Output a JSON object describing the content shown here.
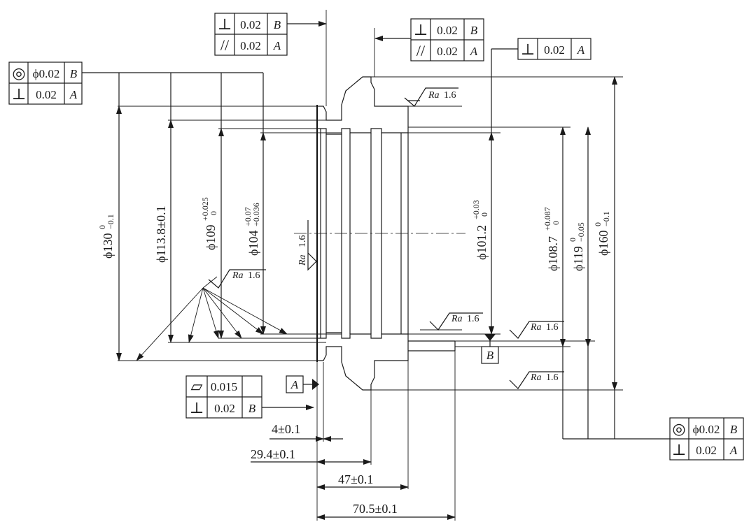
{
  "fcf": {
    "top_center": [
      {
        "symbol": "⊥",
        "value": "0.02",
        "datum": "B"
      },
      {
        "symbol": "//",
        "value": "0.02",
        "datum": "A"
      }
    ],
    "top_left": [
      {
        "symbol": "◎",
        "value": "ϕ0.02",
        "datum": "B"
      },
      {
        "symbol": "⊥",
        "value": "0.02",
        "datum": "A"
      }
    ],
    "top_right_pair": [
      {
        "symbol": "⊥",
        "value": "0.02",
        "datum": "B"
      },
      {
        "symbol": "//",
        "value": "0.02",
        "datum": "A"
      }
    ],
    "top_right_single": {
      "symbol": "⊥",
      "value": "0.02",
      "datum": "A"
    },
    "bottom_left": [
      {
        "symbol": "▱",
        "value": "0.015"
      },
      {
        "symbol": "⊥",
        "value": "0.02",
        "datum": "B"
      }
    ],
    "bottom_right": [
      {
        "symbol": "◎",
        "value": "ϕ0.02",
        "datum": "B"
      },
      {
        "symbol": "⊥",
        "value": "0.02",
        "datum": "A"
      }
    ]
  },
  "datums": {
    "a": "A",
    "b": "B"
  },
  "roughness": {
    "prefix": "Ra",
    "value": "1.6"
  },
  "diameters": {
    "d130": {
      "main": "ϕ130",
      "upper": "0",
      "lower": "−0.1"
    },
    "d113": {
      "main": "ϕ113.8±0.1"
    },
    "d109": {
      "main": "ϕ109",
      "upper": "+0.025",
      "lower": "0"
    },
    "d104": {
      "main": "ϕ104",
      "upper": "+0.07",
      "lower": "+0.036"
    },
    "d101": {
      "main": "ϕ101.2",
      "upper": "+0.03",
      "lower": "0"
    },
    "d108": {
      "main": "ϕ108.7",
      "upper": "+0.087",
      "lower": "0"
    },
    "d119": {
      "main": "ϕ119",
      "upper": "0",
      "lower": "−0.05"
    },
    "d160": {
      "main": "ϕ160",
      "upper": "0",
      "lower": "−0.1"
    }
  },
  "lengths": {
    "l4": "4±0.1",
    "l29": "29.4±0.1",
    "l47": "47±0.1",
    "l70": "70.5±0.1"
  }
}
